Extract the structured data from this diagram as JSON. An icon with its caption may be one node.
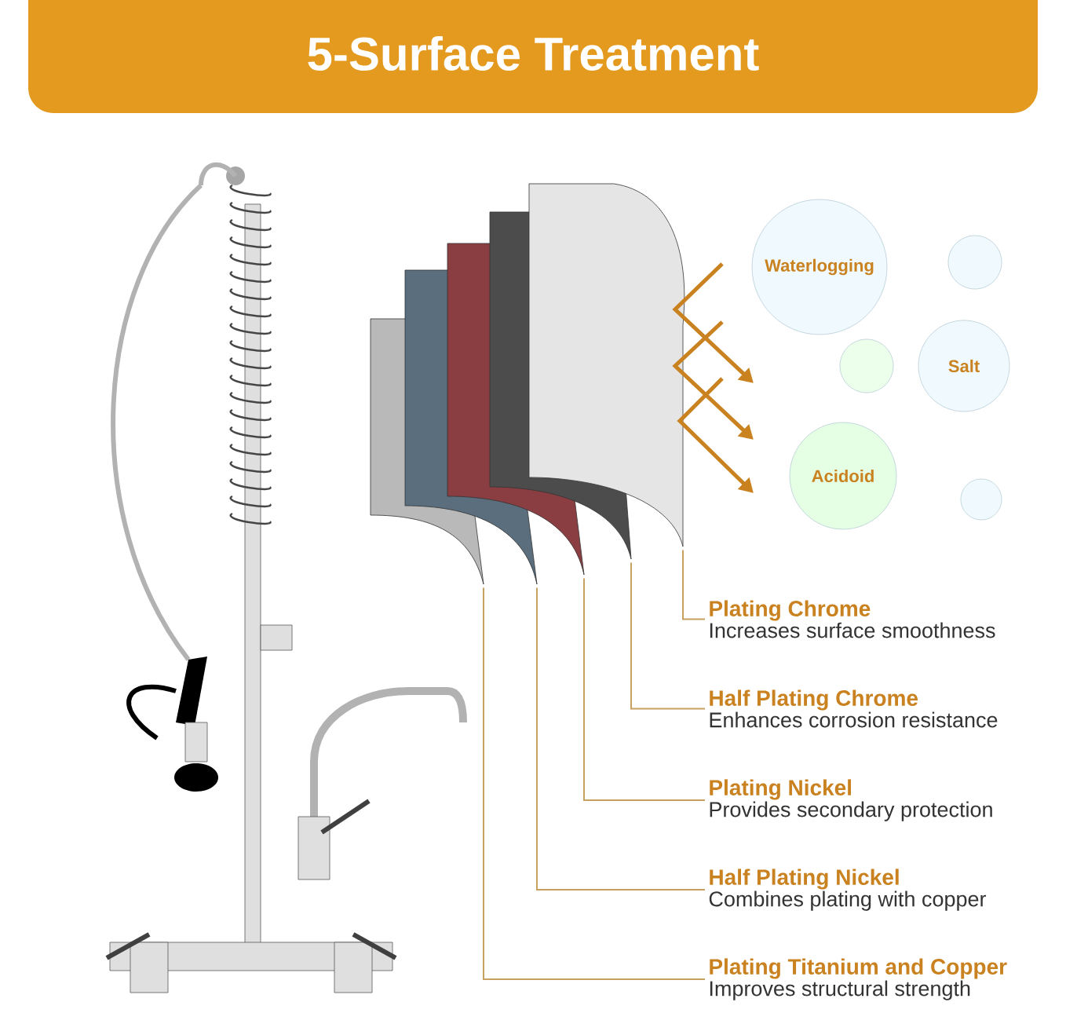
{
  "diagram": {
    "title": "5-Surface Treatment",
    "nodes": [
      {
        "text": [],
        "shape": "sheet"
      },
      {
        "text": [],
        "shape": "sheet"
      },
      {
        "text": [],
        "shape": "sheet"
      },
      {
        "text": [],
        "shape": "sheet"
      },
      {
        "text": [],
        "shape": "sheet"
      },
      {
        "text": [
          "Plating Chrome",
          "Increases surface smoothness"
        ]
      },
      {
        "text": [
          "Half Plating Chrome",
          "Enhances corrosion resistance"
        ]
      },
      {
        "text": [
          "Plating Nickel",
          "Provides secondary protection"
        ]
      },
      {
        "text": [
          "Half Plating Nickel",
          "Combines plating with copper"
        ]
      },
      {
        "text": [
          "Plating Titanium and Copper",
          "Improves structural strength"
        ]
      },
      {
        "text": [
          "Waterlogging"
        ]
      },
      {
        "text": [],
        "shape": "circle"
      },
      {
        "text": [],
        "shape": "circle"
      },
      {
        "text": [
          "Salt"
        ]
      },
      {
        "text": [
          "Acidoid"
        ]
      },
      {
        "text": [],
        "shape": "circle"
      }
    ],
    "edges": [
      {
        "from": 5,
        "to": 4,
        "arrow": "none"
      },
      {
        "from": 6,
        "to": 3,
        "arrow": "none"
      },
      {
        "from": 7,
        "to": 2,
        "arrow": "none"
      },
      {
        "from": 8,
        "to": 1,
        "arrow": "none"
      },
      {
        "from": 9,
        "to": 0,
        "arrow": "none"
      }
    ]
  }
}
